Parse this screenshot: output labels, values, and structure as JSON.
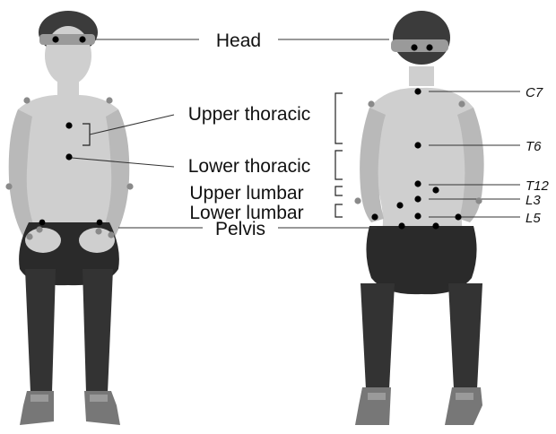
{
  "labels": {
    "head": "Head",
    "upper_thoracic": "Upper thoracic",
    "lower_thoracic": "Lower thoracic",
    "upper_lumbar": "Upper lumbar",
    "lower_lumbar": "Lower lumbar",
    "pelvis": "Pelvis"
  },
  "vertebrae": {
    "c7": "C7",
    "t6": "T6",
    "t12": "T12",
    "l3": "L3",
    "l5": "L5"
  },
  "colors": {
    "body_marker": "#000000",
    "limb_marker": "#8a8a8a",
    "headband": "#9a9a9a"
  }
}
